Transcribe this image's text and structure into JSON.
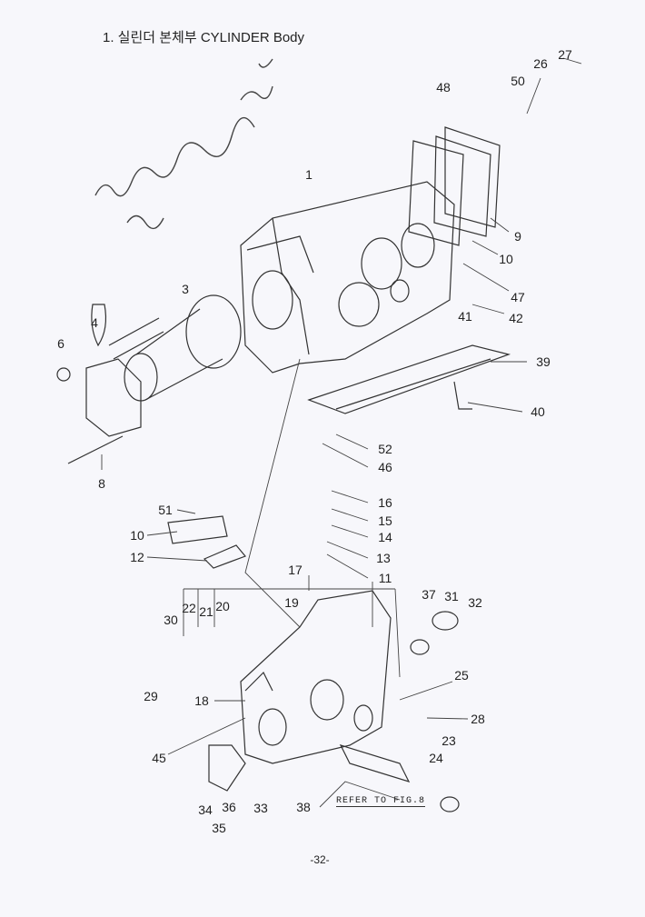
{
  "title": "1. 실린더 본체부 CYLINDER Body",
  "refer_note": "REFER TO FIG.8",
  "page_number": "-32-",
  "callouts": {
    "c48": "48",
    "c50": "50",
    "c26": "26",
    "c27": "27",
    "c9": "9",
    "c10a": "10",
    "c47": "47",
    "c41": "41",
    "c42": "42",
    "c1": "1",
    "c3": "3",
    "c4": "4",
    "c6": "6",
    "c39": "39",
    "c40": "40",
    "c8": "8",
    "c52": "52",
    "c46": "46",
    "c16": "16",
    "c15": "15",
    "c14": "14",
    "c13": "13",
    "c11": "11",
    "c51": "51",
    "c10b": "10",
    "c12": "12",
    "c17": "17",
    "c19": "19",
    "c22": "22",
    "c21": "21",
    "c20": "20",
    "c30": "30",
    "c37": "37",
    "c31": "31",
    "c32": "32",
    "c29": "29",
    "c18": "18",
    "c25": "25",
    "c28": "28",
    "c45": "45",
    "c23": "23",
    "c24": "24",
    "c34": "34",
    "c36": "36",
    "c35": "35",
    "c33": "33",
    "c38": "38"
  }
}
